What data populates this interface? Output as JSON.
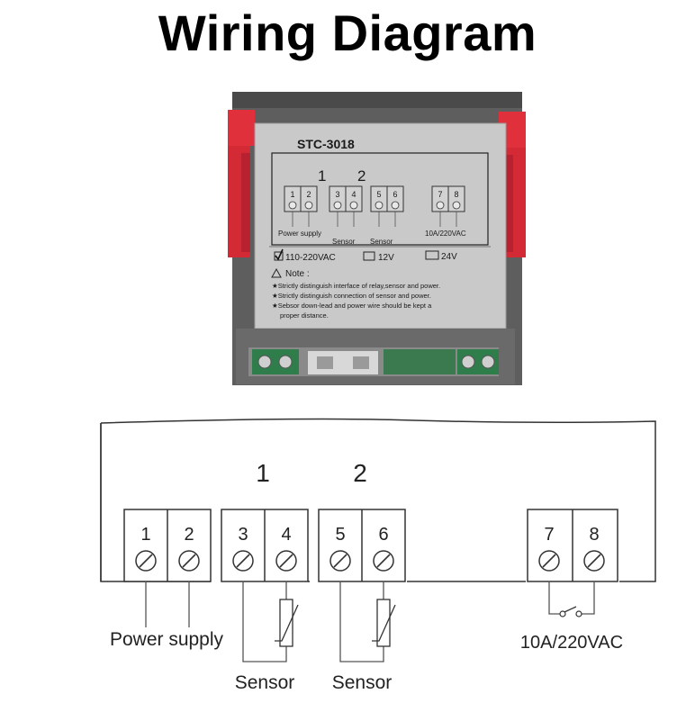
{
  "title": "Wiring Diagram",
  "photo": {
    "model": "STC-3018",
    "group_labels": [
      "1",
      "2"
    ],
    "terminals": [
      "1",
      "2",
      "3",
      "4",
      "5",
      "6",
      "7",
      "8"
    ],
    "power_supply": "Power supply",
    "sensor": "Sensor",
    "relay_rating": "10A/220VAC",
    "voltage_options": [
      "110-220VAC",
      "12V",
      "24V"
    ],
    "note_title": "Note :",
    "notes": [
      "★Strictly distinguish interface of relay,sensor and power.",
      "★Strictly distinguish connection of sensor and power.",
      "★Sebsor down-lead and power wire should be kept a",
      "proper distance."
    ]
  },
  "diagram": {
    "group_labels": [
      "1",
      "2"
    ],
    "terminals": [
      "1",
      "2",
      "3",
      "4",
      "5",
      "6",
      "7",
      "8"
    ],
    "power_supply": "Power supply",
    "sensor_1": "Sensor",
    "sensor_2": "Sensor",
    "relay_rating": "10A/220VAC"
  },
  "colors": {
    "panel_gray": "#c7c7c7",
    "clip_red": "#e0303c",
    "terminal_green": "#2e7d4a",
    "line": "#333333"
  }
}
